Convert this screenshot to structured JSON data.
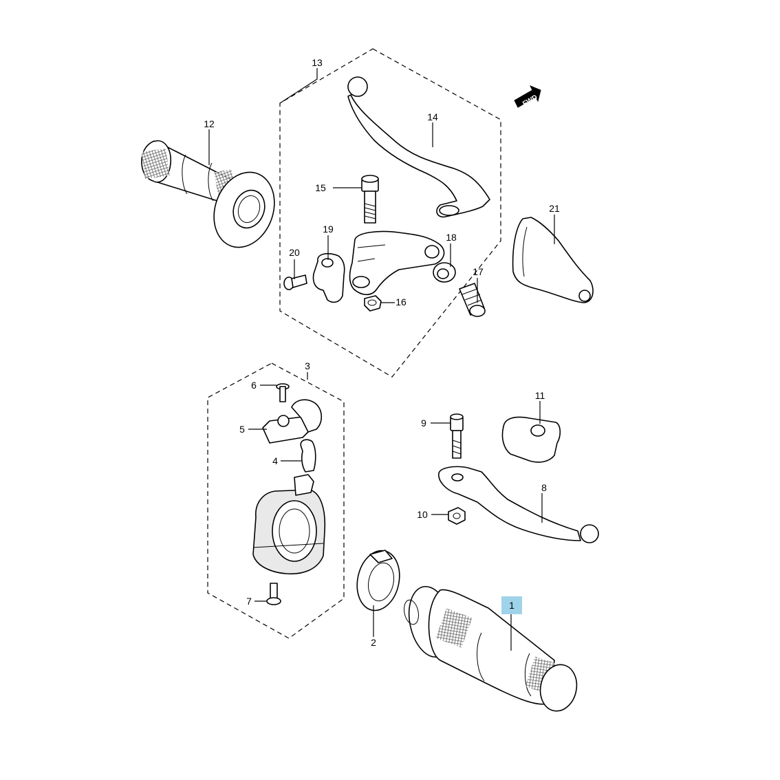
{
  "diagram": {
    "fwd_label": "FWD",
    "highlight_color": "#9fd3ea",
    "callouts": {
      "c1": "1",
      "c2": "2",
      "c3": "3",
      "c4": "4",
      "c5": "5",
      "c6": "6",
      "c7": "7",
      "c8": "8",
      "c9": "9",
      "c10": "10",
      "c11": "11",
      "c12": "12",
      "c13": "13",
      "c14": "14",
      "c15": "15",
      "c16": "16",
      "c17": "17",
      "c18": "18",
      "c19": "19",
      "c20": "20",
      "c21": "21"
    },
    "highlighted_callout": "1"
  }
}
